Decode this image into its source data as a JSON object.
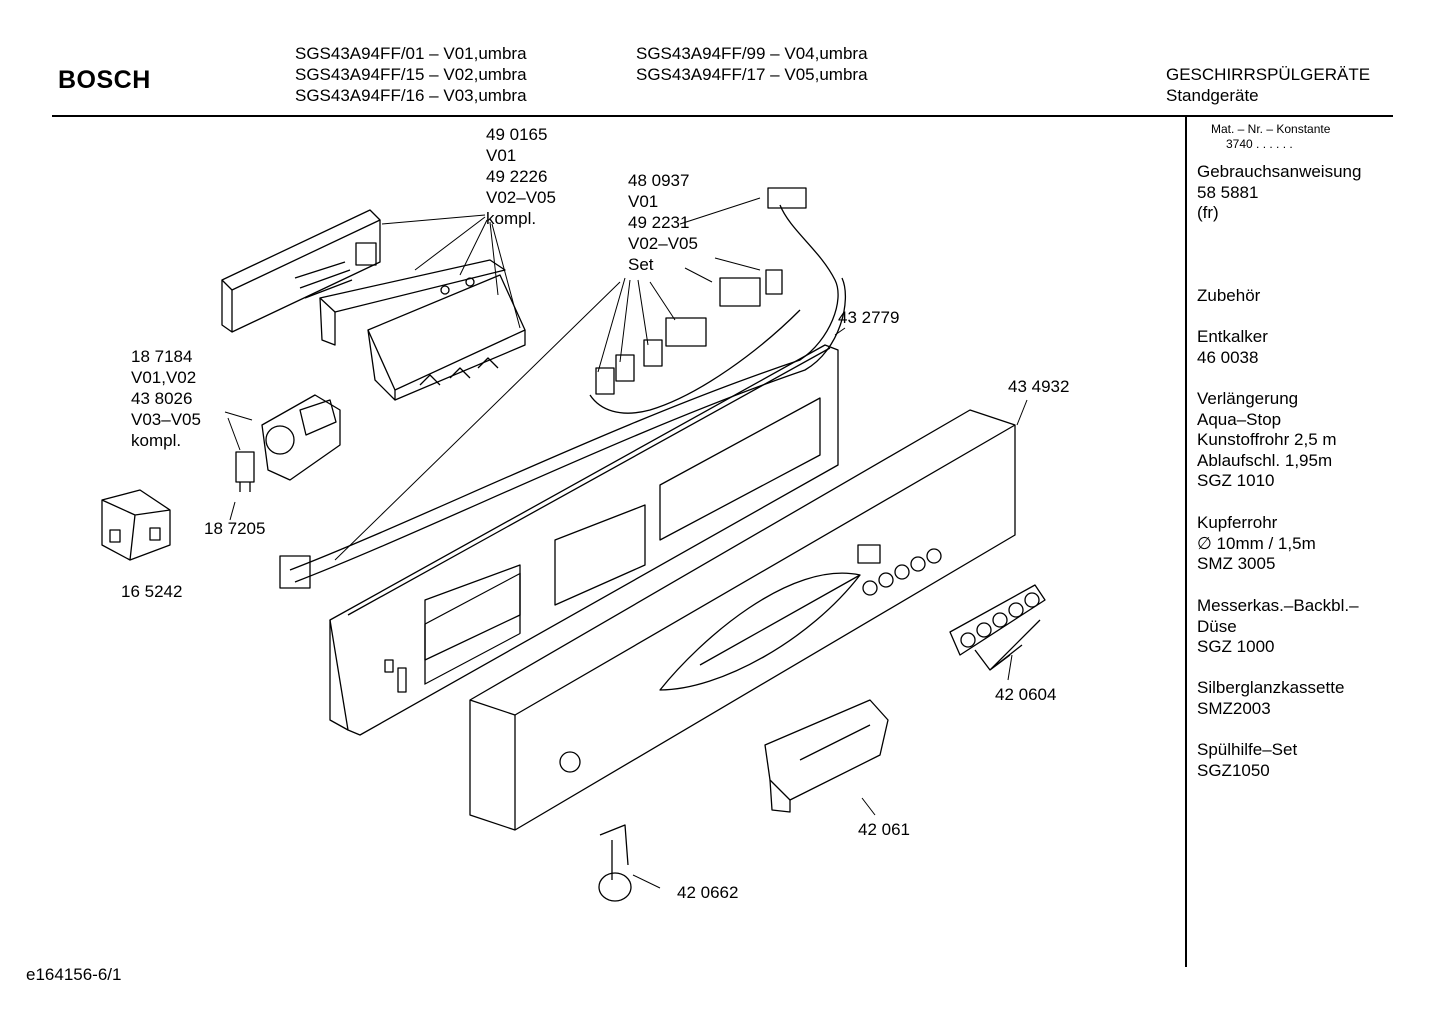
{
  "header": {
    "brand": "BOSCH",
    "models_left": [
      "SGS43A94FF/01 – V01,umbra",
      "SGS43A94FF/15 – V02,umbra",
      "SGS43A94FF/16 – V03,umbra"
    ],
    "models_right": [
      "SGS43A94FF/99 – V04,umbra",
      "SGS43A94FF/17 – V05,umbra"
    ],
    "category": "GESCHIRRSPÜLGERÄTE",
    "subcategory": "Standgeräte"
  },
  "callouts": {
    "module": [
      "49 0165",
      "V01",
      "49 2226",
      "V02–V05",
      "kompl."
    ],
    "cable_set": [
      "48 0937",
      "V01",
      "49 2231",
      "V02–V05",
      "Set"
    ],
    "switch": [
      "18 7184",
      "V01,V02",
      "43 8026",
      "V03–V05",
      "kompl."
    ],
    "switch_part": "18 7205",
    "relay": "16 5242",
    "frame": "43 2779",
    "front_panel": "43 4932",
    "buttons": "42 0604",
    "handle": "42 061",
    "knob": "42 0662"
  },
  "sidebar": {
    "mat_title": "Mat. – Nr. – Konstante",
    "mat_code": "3740  .  .    .  .  .  .",
    "sections": [
      {
        "lines": [
          "Gebrauchsanweisung",
          "58 5881",
          "(fr)"
        ]
      },
      {
        "lines": [
          "Zubehör"
        ]
      },
      {
        "lines": [
          "Entkalker",
          "46 0038"
        ]
      },
      {
        "lines": [
          "Verlängerung",
          "Aqua–Stop",
          "Kunstoffrohr 2,5 m",
          "Ablaufschl. 1,95m",
          "SGZ 1010"
        ]
      },
      {
        "lines": [
          "Kupferrohr",
          "∅ 10mm / 1,5m",
          "SMZ 3005"
        ]
      },
      {
        "lines": [
          "Messerkas.–Backbl.–",
          "Düse",
          "SGZ 1000"
        ]
      },
      {
        "lines": [
          "Silberglanzkassette",
          "SMZ2003"
        ]
      },
      {
        "lines": [
          "Spülhilfe–Set",
          "SGZ1050"
        ]
      }
    ]
  },
  "footer": {
    "doc_id": "e164156-6/1"
  }
}
